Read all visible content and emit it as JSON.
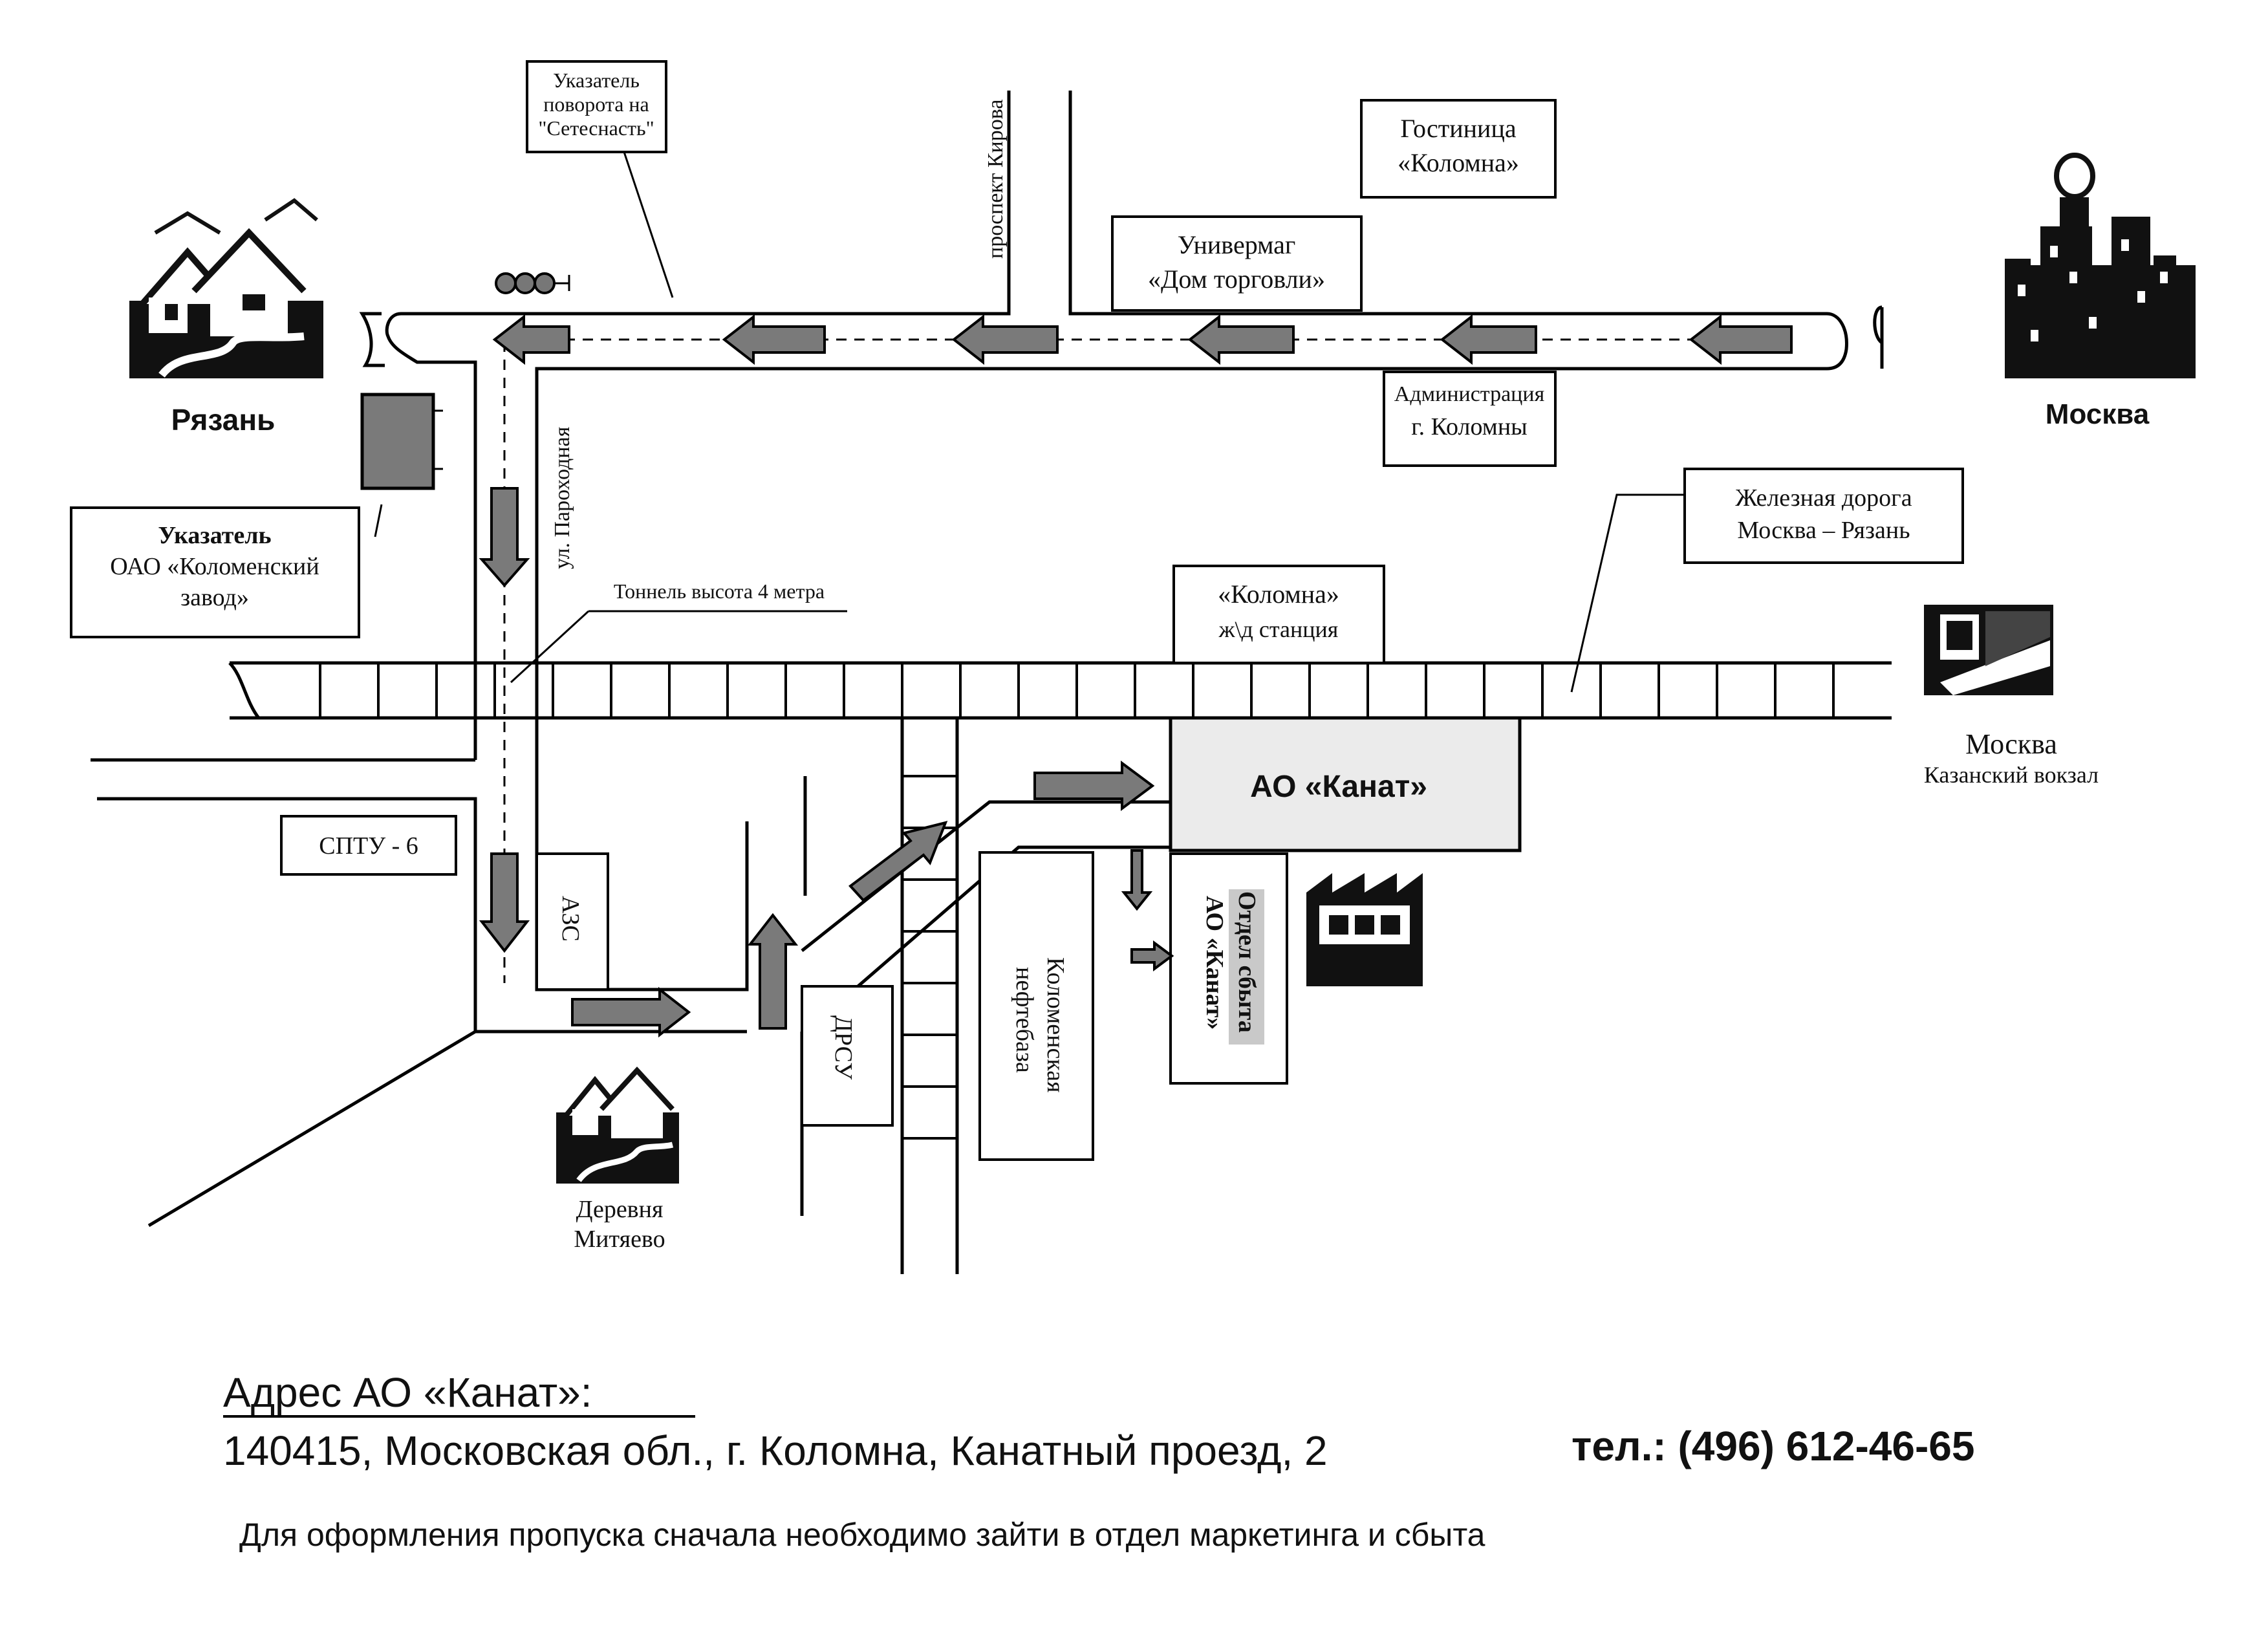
{
  "map": {
    "labels": {
      "pointer_turn": [
        "Указатель",
        "поворота на",
        "\"Сетеснасть\""
      ],
      "kirova": "проспект Кирова",
      "hotel": [
        "Гостиница",
        "«Коломна»"
      ],
      "univermag": [
        "Универмаг",
        "«Дом торговли»"
      ],
      "administration": [
        "Администрация",
        "г. Коломны"
      ],
      "ryazan": "Рязань",
      "moscow_top": "Москва",
      "pointer_kolomensky": [
        "Указатель",
        "ОАО «Коломенский",
        "завод»"
      ],
      "parokhodnaya": "ул. Пароходная",
      "tunnel": "Тоннель высота 4 метра",
      "railway": [
        "Железная дорога",
        "Москва – Рязань"
      ],
      "station": [
        "«Коломна»",
        "ж\\д станция"
      ],
      "moscow_kazansky": [
        "Москва",
        "Казанский вокзал"
      ],
      "kanat": "АО «Канат»",
      "sales_dept": [
        "Отдел сбыта",
        "АО «Канат»"
      ],
      "sptu": "СПТУ - 6",
      "azs": "АЗС",
      "drsu": "ДРСУ",
      "neftebaza": [
        "Коломенская",
        "нефтебаза"
      ],
      "mityaevo": [
        "Деревня",
        "Митяево"
      ],
      "tower_letter": "O"
    }
  },
  "footer": {
    "address_title": "Адрес  АО «Канат»:",
    "address_line": "140415, Московская обл., г. Коломна, Канатный проезд, 2",
    "phone": "тел.: (496) 612-46-65",
    "note": "Для оформления пропуска сначала необходимо зайти в отдел маркетинга и сбыта"
  },
  "colors": {
    "arrow_fill": "#7a7a7a",
    "kanat_fill": "#ebebeb",
    "sales_label_fill": "#c9c9c9"
  }
}
